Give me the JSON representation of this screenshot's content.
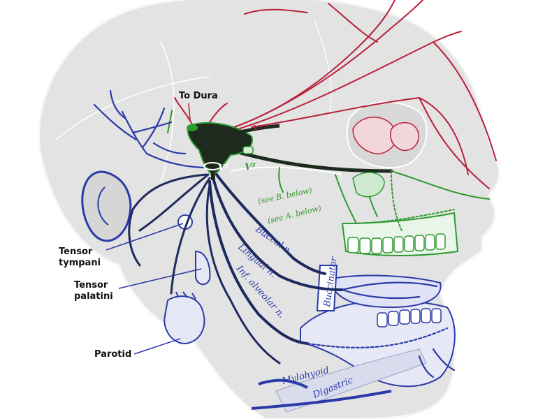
{
  "labels": {
    "to_dura": "To Dura",
    "tensor_tympani": [
      "Tensor",
      "tympani"
    ],
    "tensor_palatini": [
      "Tensor",
      "palatini"
    ],
    "parotid": "Parotid"
  },
  "handwritten": {
    "v1": "V¹",
    "v2": "V²",
    "v3": "V³",
    "see_b": "(see B. below)",
    "see_a": "(see A. below)",
    "buccal": "Buccal n.",
    "lingual": "Lingual n.",
    "inf_alveolar": "Inf. alveolar n.",
    "buccinator": "Buccinator",
    "mylohyoid": "Mylohyoid",
    "digastric": "Digastric"
  },
  "colors": {
    "skull": "#e3e3e3",
    "skull_edge": "#f5f5f5",
    "ophthalmic": "#b8203a",
    "maxillary": "#2f9a2f",
    "mandibular": "#2b3aa8",
    "trunk": "#1e2a1e",
    "label": "#111111"
  }
}
